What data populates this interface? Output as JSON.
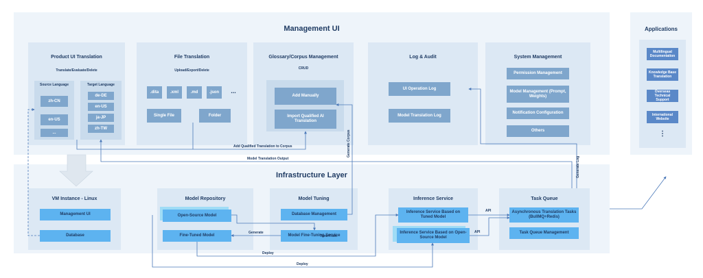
{
  "management": {
    "title": "Management UI",
    "product": {
      "title": "Product UI Translation",
      "action": "Translate/Evaluate/Delete",
      "source_title": "Source Language",
      "source_items": [
        "zh-CN",
        "en-US",
        "..."
      ],
      "target_title": "Target Language",
      "target_items": [
        "de-DE",
        "en-US",
        "ja-JP",
        "zh-TW"
      ]
    },
    "file": {
      "title": "File Translation",
      "action": "Upload/Export/Delete",
      "formats": [
        ".dita",
        ".xml",
        ".md",
        ".json"
      ],
      "more": "...",
      "single": "Single File",
      "folder": "Folder"
    },
    "glossary": {
      "title": "Glossary/Corpus Management",
      "action": "CRUD",
      "manual": "Add Manually",
      "import": "Import Qualified AI Translation"
    },
    "log": {
      "title": "Log & Audit",
      "ui_log": "UI Operation Log",
      "model_log": "Model Translation Log"
    },
    "system": {
      "title": "System Management",
      "items": [
        "Permission Management",
        "Model Management (Prompt, Weights)",
        "Notification Configuration",
        "Others"
      ]
    }
  },
  "applications": {
    "title": "Applications",
    "items": [
      "Multilingual Documentation",
      "Knowledge Base Translation",
      "Overseas Technical Support",
      "International Website"
    ],
    "more": "⋮"
  },
  "infrastructure": {
    "title": "Infrastructure Layer",
    "vm": {
      "title": "VM Instance - Linux",
      "ui": "Management UI",
      "db": "Database"
    },
    "repo": {
      "title": "Model Repository",
      "open": "Open-Source Model",
      "fine": "Fine-Tuned Model"
    },
    "tuning": {
      "title": "Model Tuning",
      "db": "Database Management",
      "svc": "Model Fine-Tuning Service"
    },
    "inference": {
      "title": "Inference Service",
      "tuned": "Inference Service Based on Tuned Model",
      "open": "Inference Service Based on Open-Source Model"
    },
    "queue": {
      "title": "Task Queue",
      "async": "Asynchronous Translation Tasks (BullMQ+Redis)",
      "mgmt": "Task Queue Management"
    }
  },
  "edges": {
    "add_corpus": "Add Qualified Translation to Corpus",
    "model_output": "Model Translation Output",
    "generate_corpus": "Generate Corpus",
    "generate_log": "Generate Log",
    "tune_train": "Tune/Train",
    "generate": "Generate",
    "api1": "API",
    "api2": "API",
    "deploy1": "Deploy",
    "deploy2": "Deploy"
  },
  "colors": {
    "panel": "#dce8f4",
    "box": "#7fa6cc",
    "highlight": "#5db3f0",
    "app_box": "#5a88c8",
    "line": "#4a78b8"
  }
}
